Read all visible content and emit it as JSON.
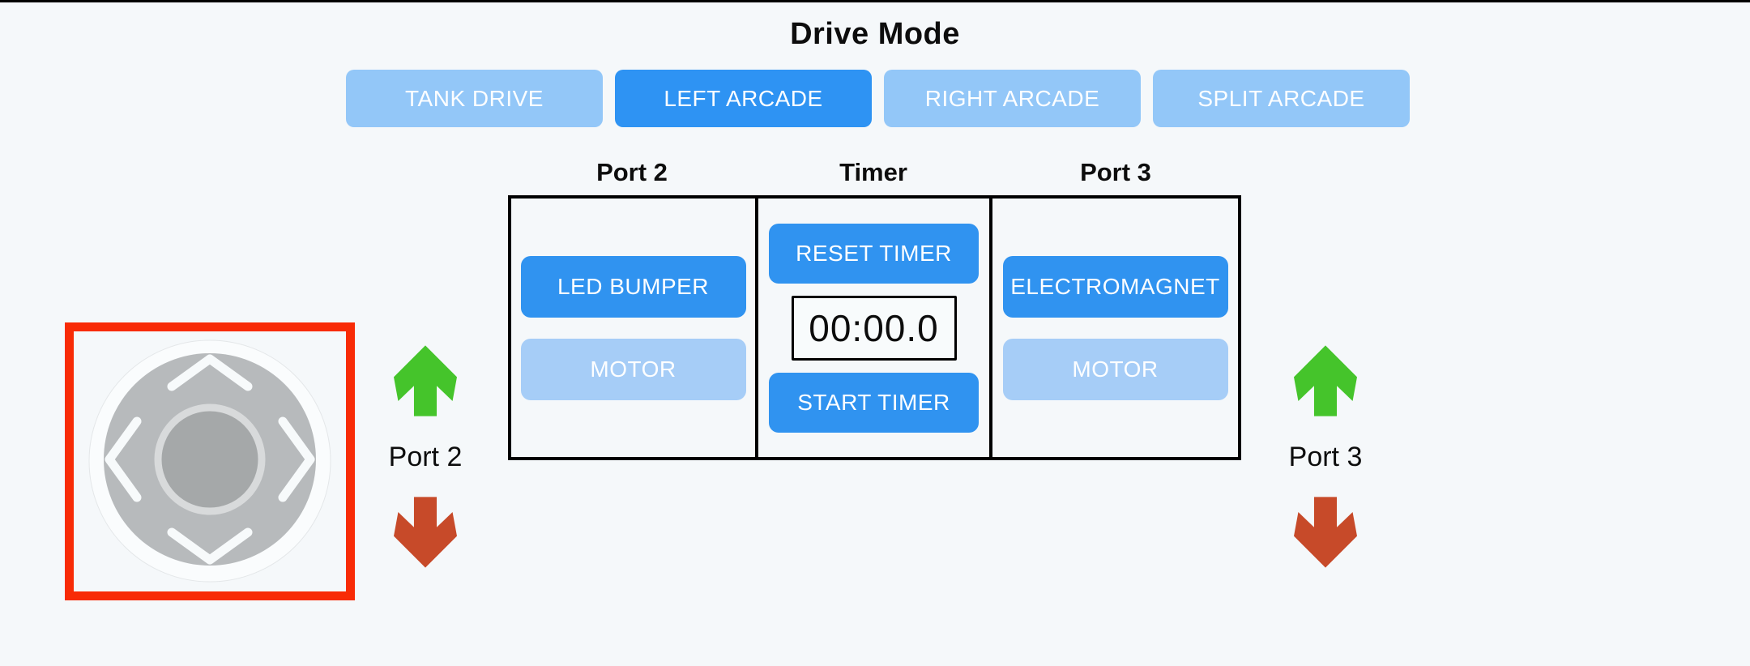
{
  "page": {
    "title": "Drive Mode"
  },
  "drive_modes": [
    {
      "label": "TANK DRIVE",
      "selected": false
    },
    {
      "label": "LEFT ARCADE",
      "selected": true
    },
    {
      "label": "RIGHT ARCADE",
      "selected": false
    },
    {
      "label": "SPLIT ARCADE",
      "selected": false
    }
  ],
  "panels": {
    "port2": {
      "label": "Port 2",
      "buttons": [
        {
          "label": "LED BUMPER",
          "active": true
        },
        {
          "label": "MOTOR",
          "active": false
        }
      ]
    },
    "timer": {
      "label": "Timer",
      "reset_label": "RESET TIMER",
      "display": "00:00.0",
      "start_label": "START TIMER"
    },
    "port3": {
      "label": "Port 3",
      "buttons": [
        {
          "label": "ELECTROMAGNET",
          "active": true
        },
        {
          "label": "MOTOR",
          "active": false
        }
      ]
    }
  },
  "joystick": {
    "selected": true,
    "directions": [
      "up",
      "left",
      "right",
      "down"
    ]
  },
  "side_controls": {
    "left": {
      "label": "Port 2",
      "up_arrow": "green",
      "down_arrow": "red"
    },
    "right": {
      "label": "Port 3",
      "up_arrow": "green",
      "down_arrow": "red"
    }
  },
  "colors": {
    "background": "#F5F8FA",
    "active_blue": "#2E93F3",
    "inactive_blue": "#93C7F8",
    "panel_light_blue": "#A6CDF7",
    "green_arrow": "#45C42B",
    "red_arrow": "#C74A29",
    "selection_red": "#F82B06",
    "joystick_pad_gray": "#B7BABC",
    "joystick_knob_gray": "#A5A8A9"
  }
}
